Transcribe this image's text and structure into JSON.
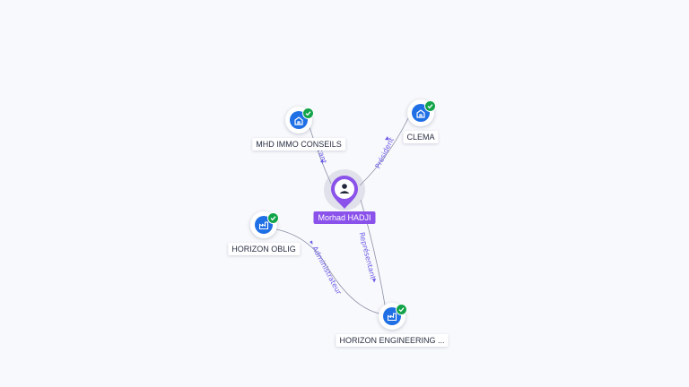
{
  "graph": {
    "center": {
      "name": "Morhad HADJI",
      "icon": "person-icon"
    },
    "companies": [
      {
        "id": "mhd",
        "name": "MHD IMMO CONSEILS",
        "icon": "building-icon",
        "verified": true
      },
      {
        "id": "clema",
        "name": "CLEMA",
        "icon": "building-icon",
        "verified": true
      },
      {
        "id": "oblig",
        "name": "HORIZON OBLIG",
        "icon": "factory-icon",
        "verified": true
      },
      {
        "id": "eng",
        "name": "HORIZON ENGINEERING ...",
        "icon": "factory-icon",
        "verified": true
      }
    ],
    "relations": [
      {
        "from": "center",
        "to": "mhd",
        "label": "Gérant"
      },
      {
        "from": "center",
        "to": "clema",
        "label": "Président"
      },
      {
        "from": "center",
        "to": "eng",
        "label": "Représentant"
      },
      {
        "from": "oblig",
        "to": "eng",
        "label": "Administrateur"
      }
    ]
  },
  "colors": {
    "person_accent": "#8a52ea",
    "company_accent": "#1f6fe5",
    "verified": "#13a44a",
    "relation_label": "#6b5ce7"
  }
}
